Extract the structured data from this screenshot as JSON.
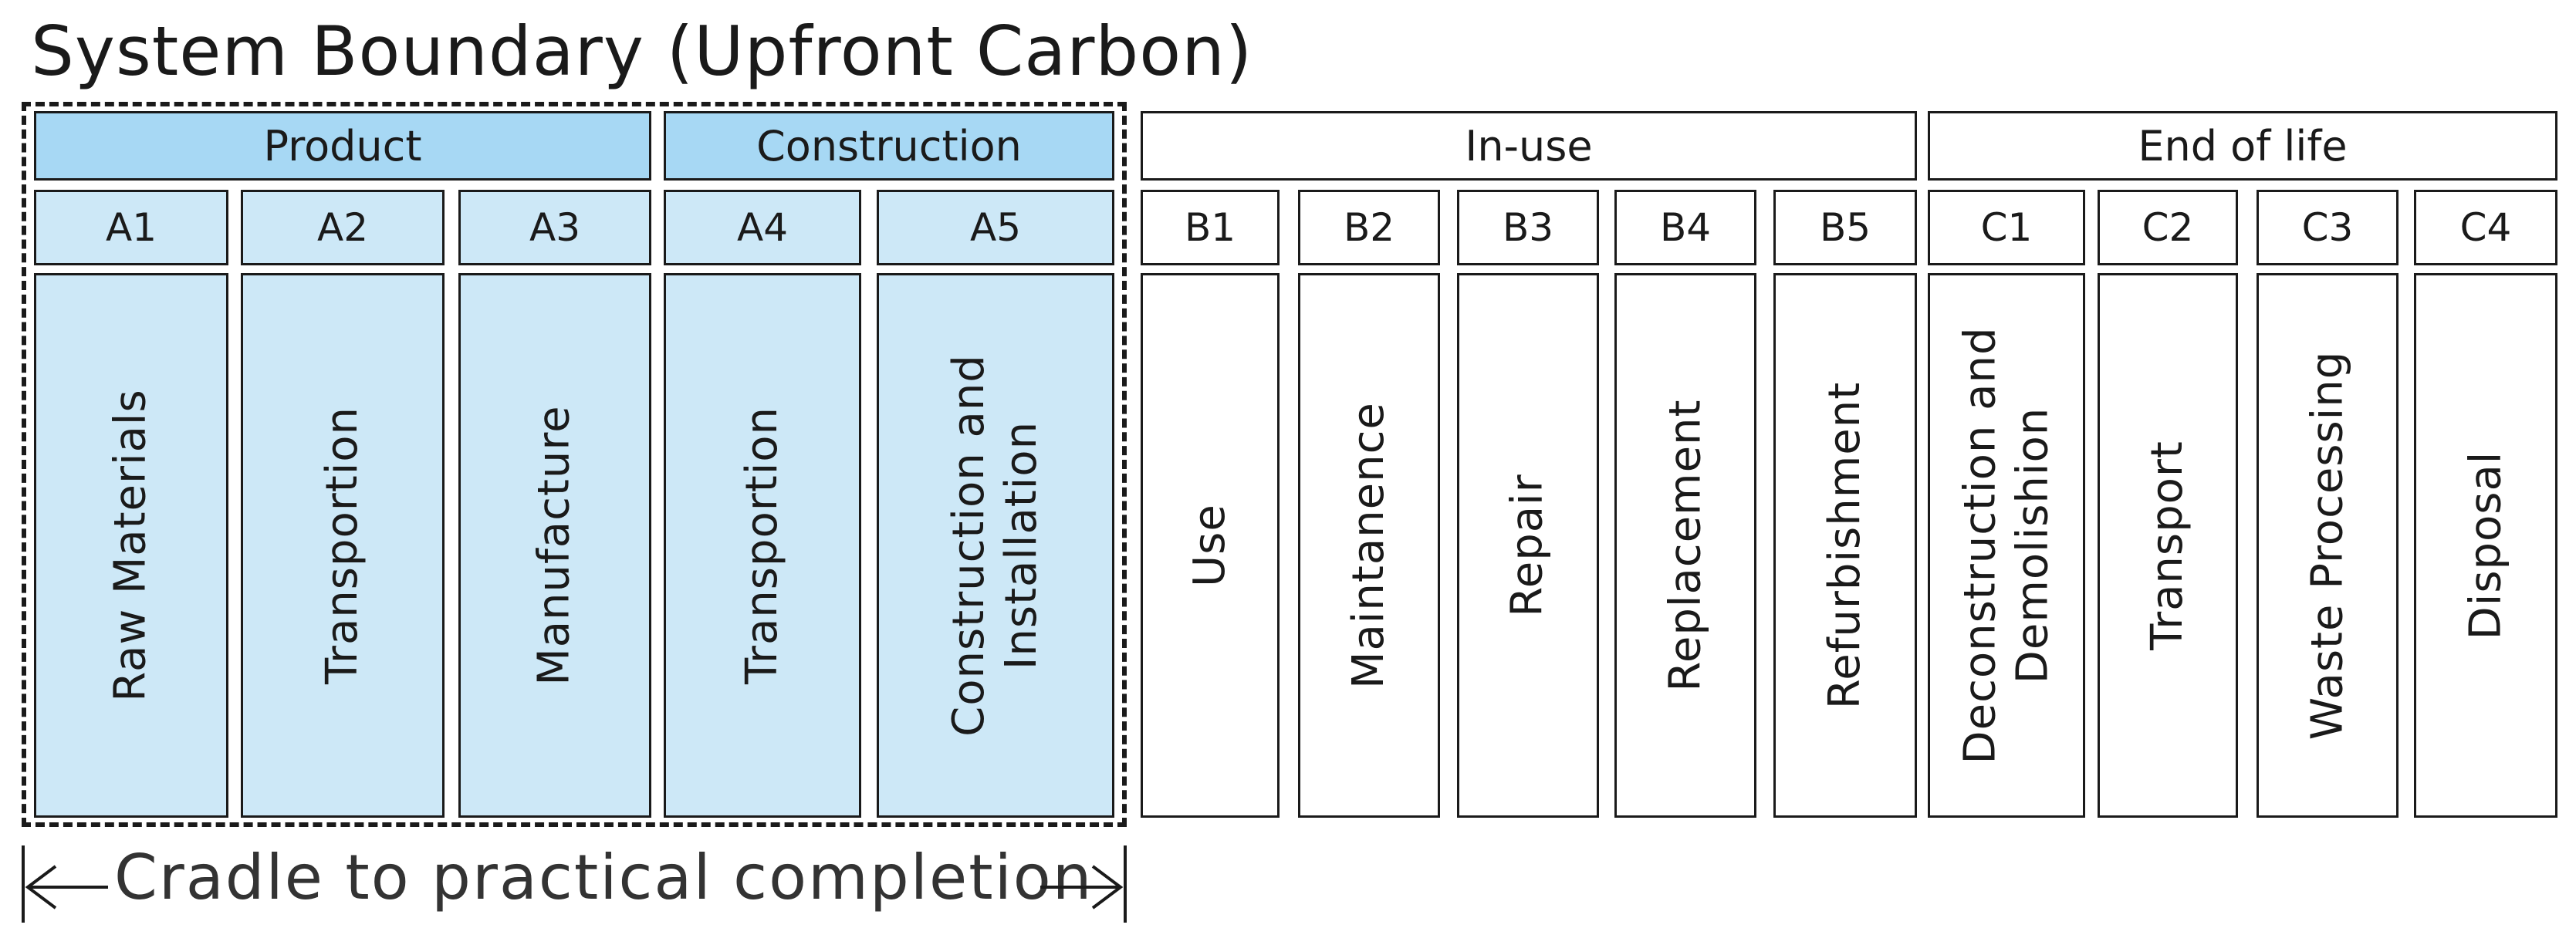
{
  "title": "System Boundary (Upfront Carbon)",
  "stages": {
    "product": "Product",
    "construction": "Construction",
    "in_use": "In-use",
    "end_of_life": "End of life"
  },
  "modules": {
    "a1": {
      "code": "A1",
      "label": "Raw Materials"
    },
    "a2": {
      "code": "A2",
      "label": "Transportion"
    },
    "a3": {
      "code": "A3",
      "label": "Manufacture"
    },
    "a4": {
      "code": "A4",
      "label": "Transportion"
    },
    "a5": {
      "code": "A5",
      "label_line1": "Construction and",
      "label_line2": "Installation"
    },
    "b1": {
      "code": "B1",
      "label": "Use"
    },
    "b2": {
      "code": "B2",
      "label": "Maintanence"
    },
    "b3": {
      "code": "B3",
      "label": "Repair"
    },
    "b4": {
      "code": "B4",
      "label": "Replacement"
    },
    "b5": {
      "code": "B5",
      "label": "Refurbishment"
    },
    "c1": {
      "code": "C1",
      "label_line1": "Deconstruction and",
      "label_line2": "Demolishion"
    },
    "c2": {
      "code": "C2",
      "label": "Transport"
    },
    "c3": {
      "code": "C3",
      "label": "Waste Processing"
    },
    "c4": {
      "code": "C4",
      "label": "Disposal"
    }
  },
  "boundary_label": "Cradle to practical completion",
  "colors": {
    "stage_fill": "#a7d8f4",
    "module_fill": "#cde8f7",
    "outside_fill": "#ffffff",
    "line": "#1a1a1a"
  }
}
